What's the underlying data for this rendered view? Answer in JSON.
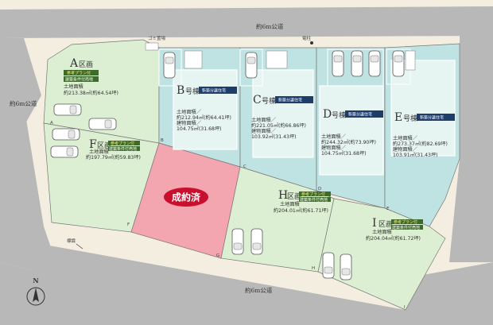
{
  "roads": {
    "north": "約6m公道",
    "west": "約6m公道",
    "south": "約6m公道"
  },
  "landmarks": {
    "garbage": "ゴミ置場",
    "utility_pole": "電柱",
    "sign": "標識"
  },
  "compass": {
    "label": "N"
  },
  "lots": {
    "A": {
      "name": "A",
      "suffix": "区画",
      "badge1": "参考プラン付",
      "badge2": "建築条件付売地",
      "area_label": "土地面積",
      "area": "約213.38㎡(約64.54坪)"
    },
    "F": {
      "name": "F",
      "suffix": "区画",
      "badge1": "参考プラン付",
      "badge2": "建築条件付売地",
      "area_label": "土地面積",
      "area": "約197.79㎡(約59.83坪)"
    },
    "B": {
      "name": "B",
      "suffix": "号棟",
      "badge": "新築分譲住宅",
      "land_label": "土地面積／",
      "land": "約212.94㎡(約64.41坪)",
      "bldg_label": "建物面積／",
      "bldg": "104.75㎡(31.68坪)"
    },
    "C": {
      "name": "C",
      "suffix": "号棟",
      "badge": "新築分譲住宅",
      "land_label": "土地面積／",
      "land": "約221.05㎡(約66.86坪)",
      "bldg_label": "建物面積／",
      "bldg": "103.92㎡(31.43坪)"
    },
    "D": {
      "name": "D",
      "suffix": "号棟",
      "badge": "新築分譲住宅",
      "land_label": "土地面積／",
      "land": "約244.32㎡(約73.90坪)",
      "bldg_label": "建物面積／",
      "bldg": "104.75㎡(31.68坪)"
    },
    "E": {
      "name": "E",
      "suffix": "号棟",
      "badge": "新築分譲住宅",
      "land_label": "土地面積／",
      "land": "約273.37㎡(約82.69坪)",
      "bldg_label": "建物面積／",
      "bldg": "103.91㎡(31.43坪)"
    },
    "G": {
      "status": "成約済"
    },
    "H": {
      "name": "H",
      "suffix": "区画",
      "badge1": "参考プラン付",
      "badge2": "建築条件付売地",
      "area_label": "土地面積",
      "area": "約204.01㎡(約61.71坪)"
    },
    "I": {
      "name": "I",
      "suffix": "区画",
      "badge1": "参考プラン付",
      "badge2": "建築条件付売地",
      "area_label": "土地面積",
      "area": "約204.04㎡(約61.72坪)"
    }
  },
  "corner_labels": [
    "A",
    "B",
    "C",
    "D",
    "E",
    "F",
    "G",
    "H",
    "I"
  ],
  "colors": {
    "green_lot": "#dcefd2",
    "teal_lot": "#bfe3e2",
    "sold_lot": "#f3a5b0",
    "badge_green": "#3d6b2c",
    "badge_navy": "#1f3d6b",
    "sold_badge": "#c8102e",
    "road": "#b9b9b9"
  }
}
